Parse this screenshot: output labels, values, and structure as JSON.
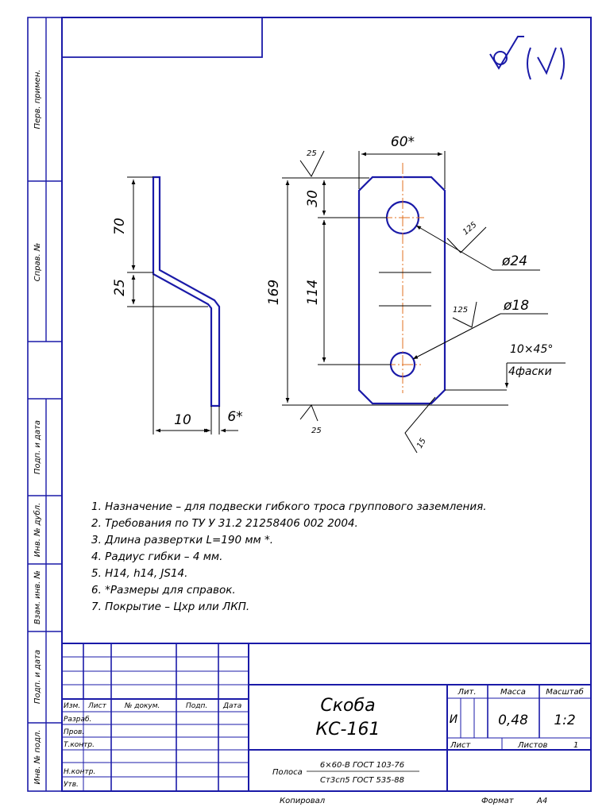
{
  "notes": [
    "1. Назначение – для подвески гибкого троса группового заземления.",
    "2. Требования по ТУ У 31.2 21258406 002 2004.",
    "3. Длина развертки L=190 мм *.",
    "4. Радиус гибки – 4 мм.",
    "5. Н14, h14, JS14.",
    "6. *Размеры для справок.",
    "7. Покрытие – Цхр или ЛКП."
  ],
  "dimensions": {
    "width_top": "60*",
    "height_total": "169",
    "hole_offset": "30",
    "hole_spacing": "114",
    "hole_d1": "ø24",
    "hole_d2": "ø18",
    "chamfer_size": "10×45°",
    "chamfer_count": "4фаски",
    "side_upper": "70",
    "side_lower": "25",
    "side_offset": "10",
    "side_thickness": "6*",
    "rough_25_top": "25",
    "rough_25_bottom": "25",
    "rough_125_a": "125",
    "rough_125_b": "125",
    "rough_15": "15"
  },
  "side_labels": {
    "first_use": "Перв. примен.",
    "ref_no": "Справ. №",
    "sign_date_1": "Подп. и дата",
    "inv_dub": "Инв. № дубл.",
    "vzam_inv": "Взам. инв. №",
    "sign_date_2": "Подп. и дата",
    "inv_orig": "Инв. № подл."
  },
  "title_block": {
    "col_headers": [
      "Изм.",
      "Лист",
      "№ докум.",
      "Подп.",
      "Дата"
    ],
    "roles": [
      "Разраб.",
      "Пров.",
      "Т.контр.",
      "Н.контр.",
      "Утв."
    ],
    "name_line1": "Скоба",
    "name_line2": "КС-161",
    "lit_label": "Лит.",
    "lit_value": "И",
    "mass_label": "Масса",
    "mass_value": "0,48",
    "scale_label": "Масштаб",
    "scale_value": "1:2",
    "sheet_label": "Лист",
    "sheets_label": "Листов",
    "sheets_value": "1",
    "material_prefix": "Полоса",
    "material_top": "6×60-В ГОСТ 103-76",
    "material_bottom": "Ст3сп5 ГОСТ 535-88"
  },
  "footer": {
    "copied": "Копировал",
    "format_label": "Формат",
    "format_value": "А4"
  },
  "colors": {
    "frame": "#1a1aa8",
    "centerline": "#e07020",
    "text": "#000000"
  }
}
